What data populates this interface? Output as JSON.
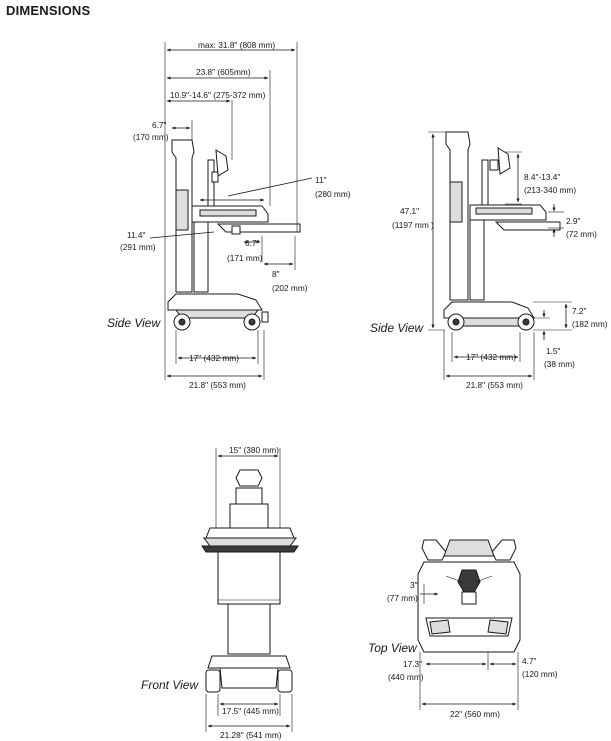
{
  "title": "DIMENSIONS",
  "views": {
    "side_left": "Side View",
    "side_right": "Side View",
    "front": "Front View",
    "top": "Top View"
  },
  "side_left_dims": {
    "max_width": "max: 31.8\" (808 mm)",
    "reach": "23.8\" (605mm)",
    "keyboard_range": "10.9\"-14.6\" (275-372 mm)",
    "monitor_offset_in": "6.7\"",
    "monitor_offset_mm": "(170 mm)",
    "worksurface_in": "11\"",
    "worksurface_mm": "(280 mm)",
    "depth_in": "11.4\"",
    "depth_mm": "(291 mm)",
    "tray_in": "6.7\"",
    "tray_mm": "(171 mm)",
    "tray_ext_in": "8\"",
    "tray_ext_mm": "(202 mm)",
    "base_inner": "17\" (432 mm)",
    "base_outer": "21.8\" (553 mm)"
  },
  "side_right_dims": {
    "height_in": "47.1\"",
    "height_mm": "(1197 mm )",
    "monitor_range_in": "8.4\"-13.4\"",
    "monitor_range_mm": "(213-340 mm)",
    "keyboard_in": "2.9\"",
    "keyboard_mm": "(72 mm)",
    "base_height_in": "7.2\"",
    "base_height_mm": "(182 mm)",
    "clearance_in": "1.5\"",
    "clearance_mm": "(38 mm)",
    "base_inner": "17\" (432 mm)",
    "base_outer": "21.8\" (553 mm)"
  },
  "front_dims": {
    "top_width": "15\" (380 mm)",
    "base_inner": "17.5\" (445 mm)",
    "base_outer": "21.28\" (541 mm)"
  },
  "top_dims": {
    "offset_in": "3\"",
    "offset_mm": "(77 mm)",
    "inner_in": "17.3\"",
    "inner_mm": "(440 mm)",
    "side_in": "4.7\"",
    "side_mm": "(120 mm)",
    "overall": "22\" (560 mm)"
  }
}
